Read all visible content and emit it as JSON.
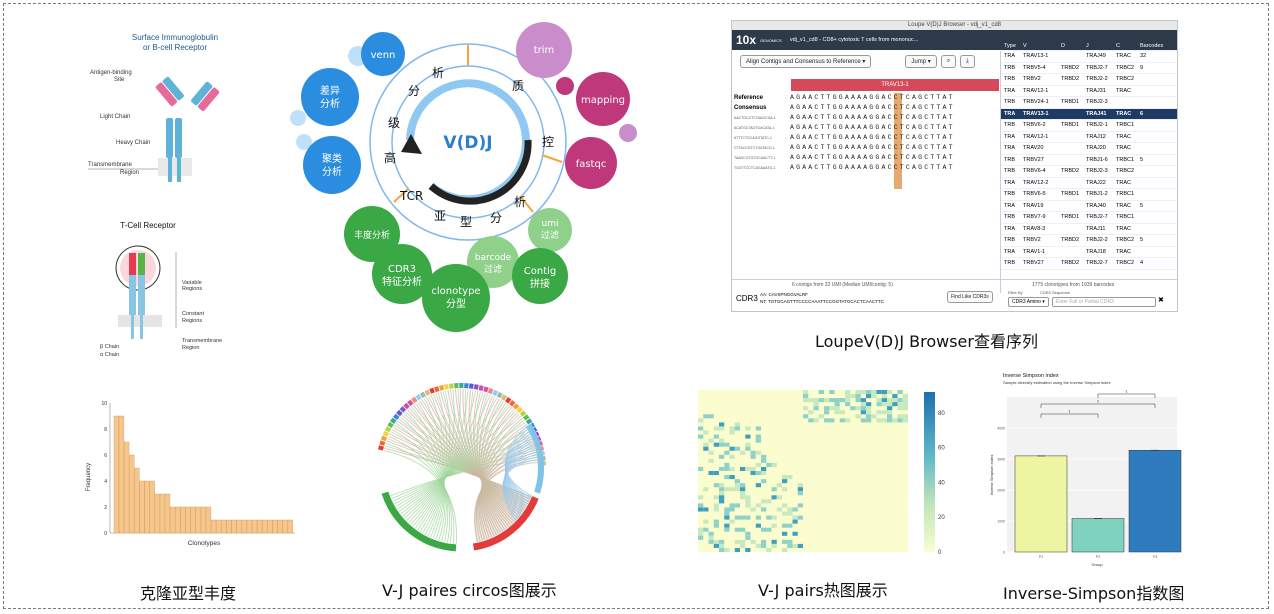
{
  "figure": {
    "captions": {
      "loupe": "LoupeV(D)J Browser查看序列",
      "clonotype": "克隆亚型丰度",
      "circos": "V-J paires circos图展示",
      "heatmap": "V-J pairs热图展示",
      "simpson": "Inverse-Simpson指数图"
    }
  },
  "antibody": {
    "bcr_title_1": "Surface Immunoglobulin",
    "bcr_title_2": "or B-cell Receptor",
    "antigen_site_1": "Antigen-binding",
    "antigen_site_2": "Site",
    "light_chain": "Light Chain",
    "heavy_chain": "Heavy Chain",
    "transmembrane_1": "Transmembrane",
    "transmembrane_2": "Region",
    "tcr_title": "T-Cell Receptor",
    "variable_1": "Variable",
    "variable_2": "Regions",
    "constant_1": "Constant",
    "constant_2": "Regions",
    "tm_1": "Transmembrane",
    "tm_2": "Region",
    "beta_chain": "β Chain",
    "alpha_chain": "α Chain"
  },
  "vdj_wheel": {
    "center": "V(D)J",
    "ring_chars": [
      "分",
      "析",
      "质",
      "控",
      "析",
      "分",
      "型",
      "亚",
      "TCR",
      "高",
      "级"
    ],
    "bubbles": {
      "venn": "venn",
      "diff_1": "差异",
      "diff_2": "分析",
      "cluster_1": "聚类",
      "cluster_2": "分析",
      "trim": "trim",
      "mapping": "mapping",
      "fastqc": "fastqc",
      "umi_1": "umi",
      "umi_2": "过滤",
      "abundance": "丰度分析",
      "cdr3_1": "CDR3",
      "cdr3_2": "特征分析",
      "barcode_1": "barcode",
      "barcode_2": "过滤",
      "contig_1": "Contig",
      "contig_2": "拼接",
      "clono_1": "clonotype",
      "clono_2": "分型"
    },
    "colors": {
      "blue": "#2a8de0",
      "purple": "#c98dcb",
      "magenta": "#c0387c",
      "green": "#3aa844",
      "lightgreen": "#8fd08a"
    }
  },
  "loupe": {
    "window_title": "Loupe V(D)J Browser - vdj_v1_cd8",
    "brand": "10x",
    "brand_sub": "GENOMICS",
    "dataset": "vdj_v1_cd8 - CD8+ cytotoxic T cells from mononuc...",
    "align_btn": "Align Contigs and Consensus to Reference ▾",
    "jump_btn": "Jump ▾",
    "banner": "TRAV13-1",
    "rows": [
      {
        "label": "Reference",
        "seq": "AGAACTTGGAAAAGGACCTCAGCTTAT"
      },
      {
        "label": "Consensus",
        "seq": "AGAACTTGGAAAAGGACCTCAGCTTAT"
      },
      {
        "label": "AACTGCCTCTAAGCGA-1",
        "seq": "AGAACTTGGAAAAGGACCTCAGCTTAT"
      },
      {
        "label": "ACATGCTAGTGACATA-1",
        "seq": "AGAACTTGGAAAAGGACCTCAGCTTAT"
      },
      {
        "label": "ATTTCTGCAGGTATC-1",
        "seq": "AGAACTTGGAAAAGGACCTCAGCTTAT"
      },
      {
        "label": "CTTACCGTCTGATACG-1",
        "seq": "AGAACTTGGAAAAGGACCTCAGCTTAT"
      },
      {
        "label": "TAAGCGTGTGCAACTT-1",
        "seq": "AGAACTTGGAAAAGGACCTCAGCTTAT"
      },
      {
        "label": "TGGTTCCTCAGAAATG-1",
        "seq": "AGAACTTGGAAAAGGACCTCAGCTTAT"
      }
    ],
    "table_header": [
      "Type",
      "V",
      "D",
      "J",
      "C",
      "Barcodes"
    ],
    "table_rows": [
      [
        "TRA",
        "TRAV13-1",
        "",
        "TRAJ49",
        "TRAC",
        "32"
      ],
      [
        "TRB",
        "TRBV5-4",
        "TRBD2",
        "TRBJ2-7",
        "TRBC2",
        "9"
      ],
      [
        "TRB",
        "TRBV2",
        "TRBD2",
        "TRBJ2-2",
        "TRBC2",
        ""
      ],
      [
        "TRA",
        "TRAV12-1",
        "",
        "TRAJ31",
        "TRAC",
        ""
      ],
      [
        "TRB",
        "TRBV24-1",
        "TRBD1",
        "TRBJ2-3",
        "",
        ""
      ],
      [
        "TRA",
        "TRAV13-1",
        "",
        "TRAJ41",
        "TRAC",
        "6"
      ],
      [
        "TRB",
        "TRBV6-2",
        "TRBD1",
        "TRBJ2-1",
        "TRBC1",
        ""
      ],
      [
        "TRA",
        "TRAV12-1",
        "",
        "TRAJ12",
        "TRAC",
        ""
      ],
      [
        "TRA",
        "TRAV20",
        "",
        "TRAJ20",
        "TRAC",
        ""
      ],
      [
        "TRB",
        "TRBV27",
        "",
        "TRBJ1-6",
        "TRBC1",
        "5"
      ],
      [
        "TRB",
        "TRBV6-4",
        "TRBD2",
        "TRBJ2-3",
        "TRBC2",
        ""
      ],
      [
        "TRA",
        "TRAV12-2",
        "",
        "TRAJ22",
        "TRAC",
        ""
      ],
      [
        "TRB",
        "TRBV6-5",
        "TRBD1",
        "TRBJ1-2",
        "TRBC1",
        ""
      ],
      [
        "TRA",
        "TRAV19",
        "",
        "TRAJ40",
        "TRAC",
        "5"
      ],
      [
        "TRB",
        "TRBV7-9",
        "TRBD1",
        "TRBJ2-7",
        "TRBC1",
        ""
      ],
      [
        "TRA",
        "TRAV8-3",
        "",
        "TRAJ11",
        "TRAC",
        ""
      ],
      [
        "TRB",
        "TRBV2",
        "TRBD2",
        "TRBJ2-2",
        "TRBC2",
        "5"
      ],
      [
        "TRA",
        "TRAV1-1",
        "",
        "TRAJ18",
        "TRAC",
        ""
      ],
      [
        "TRB",
        "TRBV27",
        "TRBD2",
        "TRBJ2-7",
        "TRBC2",
        "4"
      ]
    ],
    "contig_summary": "6 contigs from 32 UMI (Median UMI/contig: 5)",
    "clono_summary": "1775 clonotypes from 1939 barcodes",
    "cdr3_label": "CDR3",
    "aa_label": "AA:",
    "aa_value": "CAVSPNGGVALRF",
    "nt_label": "NT:",
    "nt_value": "TGTGCAGTTTCCCCAAATTCCGGTATGCACTCAACTTC",
    "find_btn": "Find Like CDR3s",
    "filter_label": "Filter By",
    "cdr3_seq_label": "CDR3 Sequence",
    "filter_value": "CDR3 Amino ▾",
    "filter_placeholder": "Enter Full or Partial CDR3"
  },
  "clonotype_chart": {
    "xlabel": "Clonotypes",
    "ylabel": "Frequency",
    "yticks": [
      "10",
      "8",
      "6",
      "4",
      "2",
      "0"
    ]
  },
  "heatmap": {
    "colorbar_ticks": [
      "80",
      "60",
      "40",
      "20",
      "0"
    ]
  },
  "simpson": {
    "title": "Inverse Simpson index",
    "subtitle": "Sample diversity estimation using the Inverse Simpson index",
    "ylabel": "Inverse Simpson Index",
    "xlabel": "Group",
    "sig": [
      "1",
      "1",
      "1"
    ],
    "xcats": [
      "P1",
      "P2",
      "P3"
    ]
  },
  "chart_data": [
    {
      "type": "bar",
      "xlabel": "Clonotypes",
      "ylabel": "Frequency",
      "ylim": [
        0,
        10
      ],
      "values": [
        9,
        9,
        7,
        6,
        5,
        4,
        4,
        4,
        3,
        3,
        3,
        2,
        2,
        2,
        2,
        2,
        2,
        2,
        2,
        1,
        1,
        1,
        1,
        1,
        1,
        1,
        1,
        1,
        1,
        1,
        1,
        1,
        1,
        1,
        1
      ],
      "color": "#f5c78e"
    },
    {
      "type": "bar",
      "title": "Inverse Simpson index",
      "subtitle": "Sample diversity estimation using the Inverse Simpson index",
      "xlabel": "Group",
      "ylabel": "Inverse Simpson Index",
      "categories": [
        "P1",
        "P2",
        "P3"
      ],
      "values": [
        3100,
        1080,
        3280
      ],
      "ylim": [
        0,
        5000
      ],
      "colors": [
        "#eef5a0",
        "#7fd2c0",
        "#2e7cbe"
      ]
    }
  ]
}
